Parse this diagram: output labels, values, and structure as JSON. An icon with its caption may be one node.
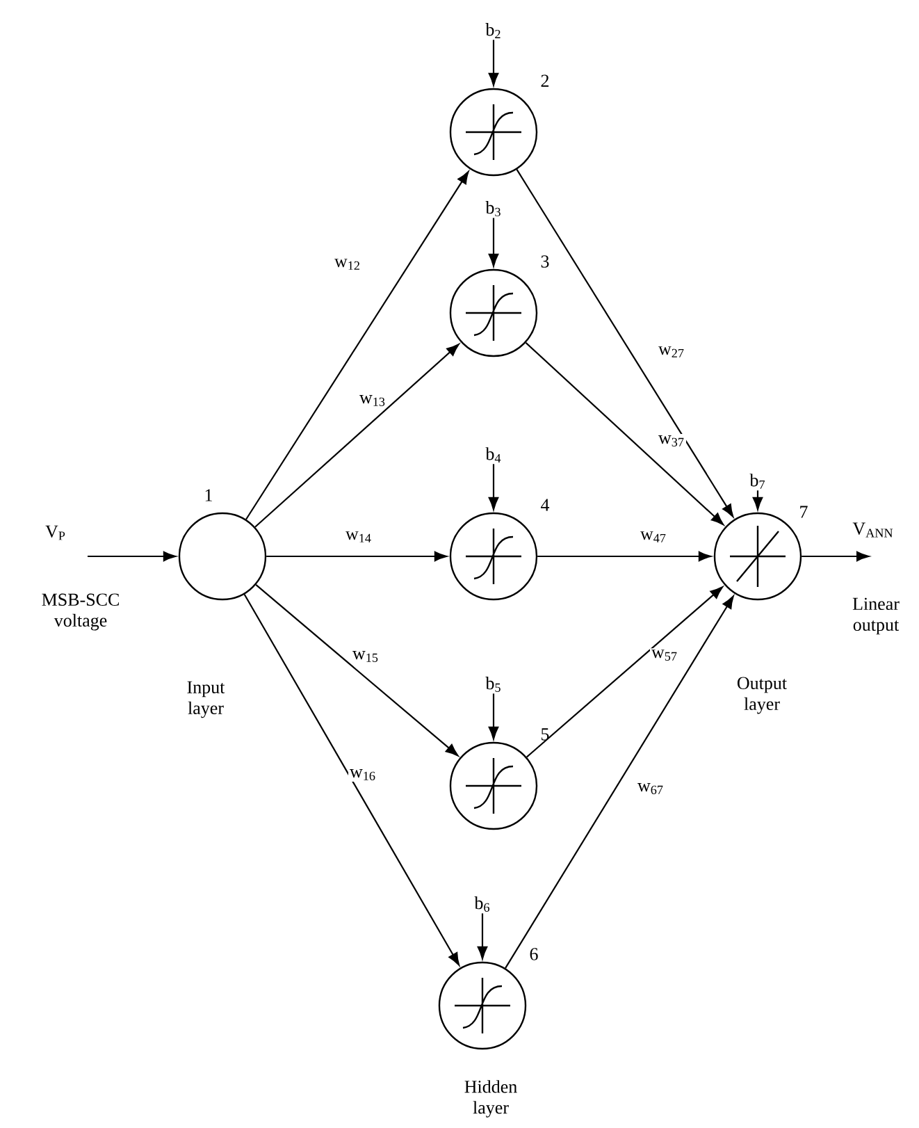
{
  "diagram": {
    "nodes": [
      {
        "text": [],
        "shape": "circle",
        "beside": [
          "1"
        ]
      },
      {
        "text": [],
        "shape": "circle",
        "beside": [
          "2"
        ]
      },
      {
        "text": [],
        "shape": "circle",
        "beside": [
          "3"
        ]
      },
      {
        "text": [],
        "shape": "circle",
        "beside": [
          "4"
        ]
      },
      {
        "text": [],
        "shape": "circle",
        "beside": [
          "5"
        ]
      },
      {
        "text": [],
        "shape": "circle",
        "beside": [
          "6"
        ]
      },
      {
        "text": [],
        "shape": "circle",
        "beside": [
          "7"
        ]
      },
      {
        "text": [
          "b$_{2}$"
        ]
      },
      {
        "text": [
          "b$_{3}$"
        ]
      },
      {
        "text": [
          "b$_{4}$"
        ]
      },
      {
        "text": [
          "b$_{5}$"
        ]
      },
      {
        "text": [
          "b$_{6}$"
        ]
      },
      {
        "text": [
          "b$_{7}$"
        ]
      }
    ],
    "edges": [
      {
        "from": null,
        "to": 0,
        "arrow": "to",
        "label": "V$_{P}$"
      },
      {
        "from": 0,
        "to": 1,
        "arrow": "to",
        "label": "w$_{12}$"
      },
      {
        "from": 0,
        "to": 2,
        "arrow": "to",
        "label": "w$_{13}$"
      },
      {
        "from": 0,
        "to": 3,
        "arrow": "to",
        "label": "w$_{14}$"
      },
      {
        "from": 0,
        "to": 4,
        "arrow": "to",
        "label": "w$_{15}$"
      },
      {
        "from": 0,
        "to": 5,
        "arrow": "to",
        "label": "w$_{16}$"
      },
      {
        "from": 1,
        "to": 6,
        "arrow": "to",
        "label": "w$_{27}$"
      },
      {
        "from": 2,
        "to": 6,
        "arrow": "to",
        "label": "w$_{37}$"
      },
      {
        "from": 3,
        "to": 6,
        "arrow": "to",
        "label": "w$_{47}$"
      },
      {
        "from": 4,
        "to": 6,
        "arrow": "to",
        "label": "w$_{57}$"
      },
      {
        "from": 5,
        "to": 6,
        "arrow": "to",
        "label": "w$_{67}$"
      },
      {
        "from": 6,
        "to": null,
        "arrow": "to",
        "label": "V$_{ANN}$"
      },
      {
        "from": 7,
        "to": 1,
        "arrow": "to"
      },
      {
        "from": 8,
        "to": 2,
        "arrow": "to"
      },
      {
        "from": 9,
        "to": 3,
        "arrow": "to"
      },
      {
        "from": 10,
        "to": 4,
        "arrow": "to"
      },
      {
        "from": 11,
        "to": 5,
        "arrow": "to"
      },
      {
        "from": 12,
        "to": 6,
        "arrow": "to"
      }
    ],
    "labels": [
      "MSB-SCC voltage",
      "Linear output",
      "Input layer",
      "Output layer",
      "Hidden layer"
    ]
  }
}
